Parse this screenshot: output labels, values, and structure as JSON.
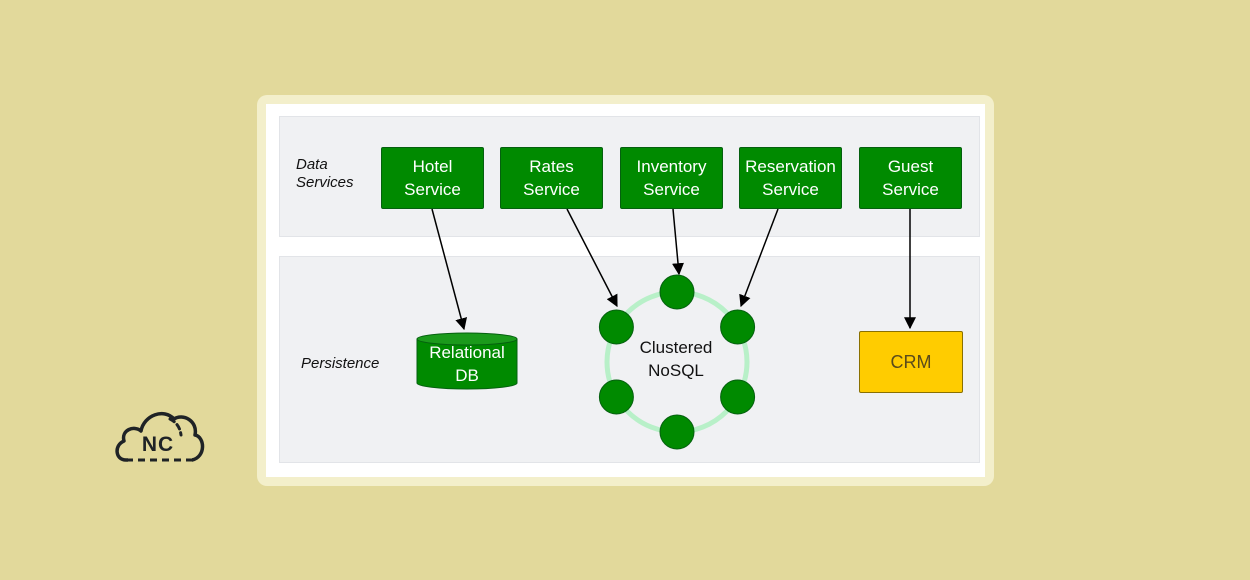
{
  "diagram": {
    "sections": {
      "data_services": "Data\nServices",
      "persistence": "Persistence"
    },
    "services": [
      {
        "id": "hotel",
        "label": "Hotel\nService"
      },
      {
        "id": "rates",
        "label": "Rates\nService"
      },
      {
        "id": "inventory",
        "label": "Inventory\nService"
      },
      {
        "id": "reservation",
        "label": "Reservation\nService"
      },
      {
        "id": "guest",
        "label": "Guest\nService"
      }
    ],
    "stores": {
      "relational_db": "Relational\nDB",
      "nosql": "Clustered\nNoSQL",
      "crm": "CRM"
    },
    "nosql_node_count": 6,
    "connections": [
      {
        "from": "hotel",
        "to": "relational_db"
      },
      {
        "from": "rates",
        "to": "nosql"
      },
      {
        "from": "inventory",
        "to": "nosql"
      },
      {
        "from": "reservation",
        "to": "nosql"
      },
      {
        "from": "guest",
        "to": "crm"
      }
    ]
  },
  "logo": {
    "text": "NC"
  },
  "colors": {
    "background": "#e2d99b",
    "service_green": "#008a00",
    "node_green": "#008a00",
    "ring": "#b8f0c8",
    "crm_yellow": "#ffcc00",
    "band": "#f0f1f3"
  }
}
